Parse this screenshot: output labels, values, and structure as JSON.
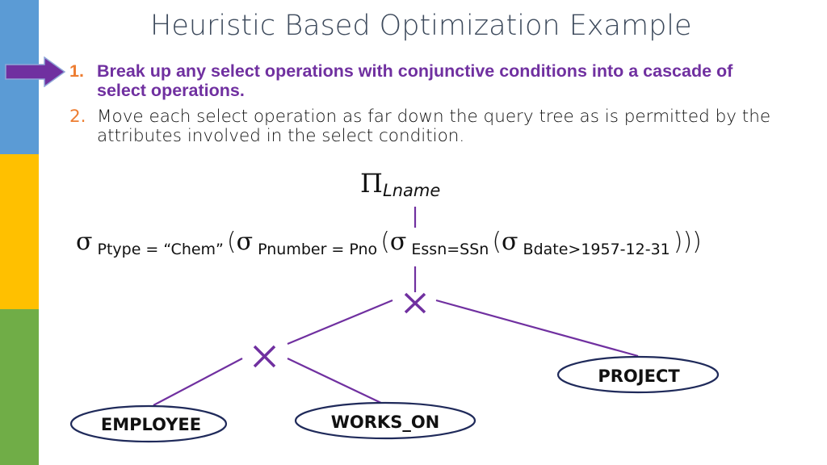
{
  "slide": {
    "title": "Heuristic Based Optimization Example",
    "accent_colors": {
      "sidebar_blue": "#5b9bd5",
      "sidebar_yellow": "#ffc000",
      "sidebar_green": "#70ad47",
      "highlight_purple": "#7030a0",
      "number_orange": "#ed7d31",
      "tree_line": "#7030a0",
      "node_outline": "#1f2a5a"
    },
    "pointer_icon": "right-arrow-icon",
    "steps": [
      {
        "number": "1.",
        "text": "Break up any select operations with conjunctive conditions into a cascade of select operations.",
        "highlighted": true
      },
      {
        "number": "2.",
        "text": "Move each select operation as far down the query tree as is permitted by the attributes involved in the select condition.",
        "highlighted": false
      }
    ]
  },
  "query_tree": {
    "projection": {
      "symbol": "Π",
      "attribute": "Lname"
    },
    "selection_cascade": {
      "symbol": "σ",
      "conditions": [
        "Ptype = “Chem”",
        "Pnumber = Pno",
        "Essn=SSn",
        "Bdate>1957-12-31"
      ],
      "open_paren": "(",
      "close_parens": ")))"
    },
    "operators": [
      {
        "id": "top-cross",
        "symbol": "×"
      },
      {
        "id": "lower-cross",
        "symbol": "×"
      }
    ],
    "relations": [
      {
        "name": "EMPLOYEE"
      },
      {
        "name": "WORKS_ON"
      },
      {
        "name": "PROJECT"
      }
    ]
  }
}
